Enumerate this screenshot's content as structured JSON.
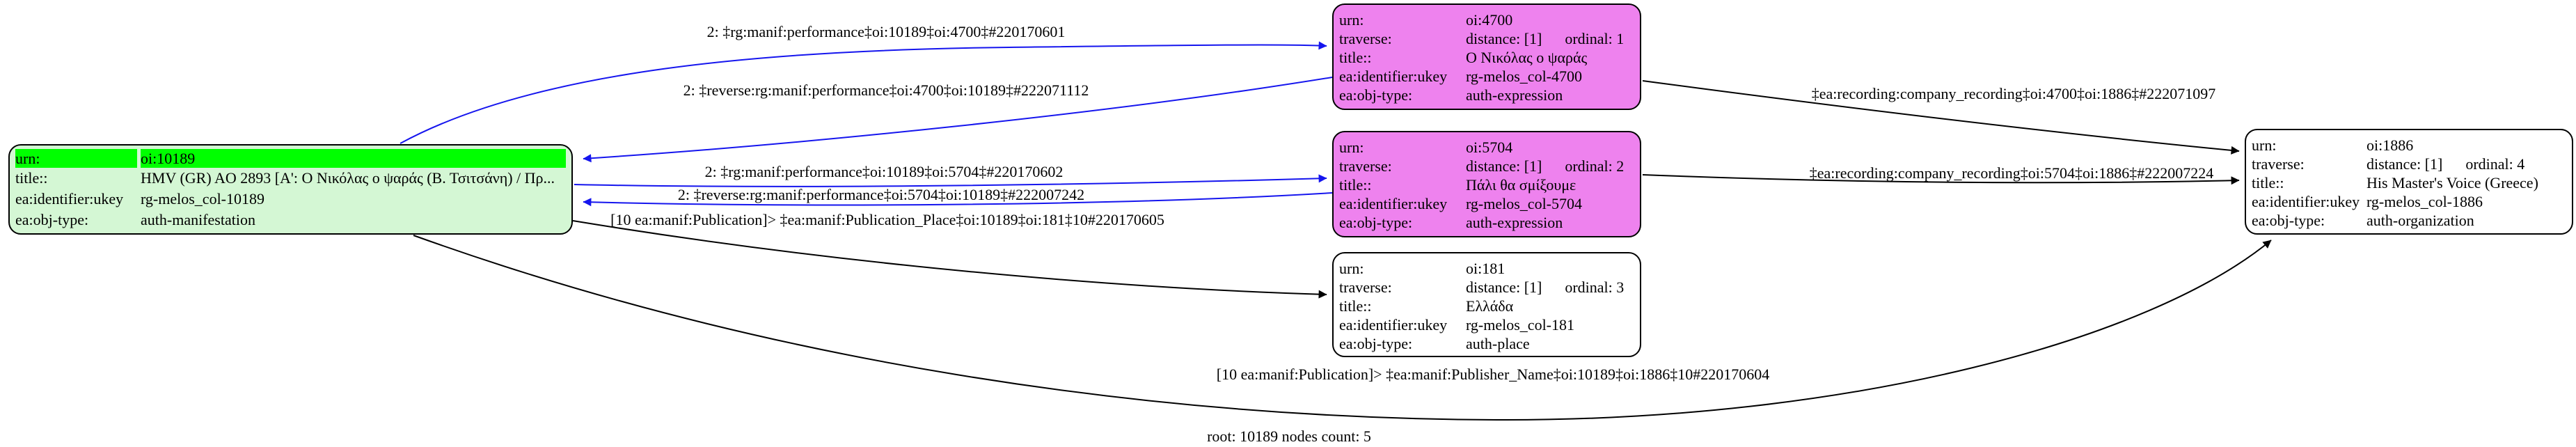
{
  "diagram": {
    "type": "graph-visualization",
    "root_caption": "root: 10189 nodes count: 5",
    "colors": {
      "background": "#ffffff",
      "edge_blue": "#1515ee",
      "edge_black": "#000000",
      "node_border": "#000000",
      "root_node_fill": "#d4f7d4",
      "root_urn_highlight": "#00ff00",
      "expression_node_fill": "#ee82ee",
      "plain_node_fill": "#ffffff"
    },
    "nodes": [
      {
        "id": "oi:10189",
        "kind": "root-manifestation",
        "rows": [
          {
            "label": "urn:",
            "value": "oi:10189"
          },
          {
            "label": "title::",
            "value": "HMV (GR) AO 2893 [Α': Ο Νικόλας ο ψαράς (Β. Τσιτσάνη) / Πρ..."
          },
          {
            "label": "ea:identifier:ukey",
            "value": "rg-melos_col-10189"
          },
          {
            "label": "ea:obj-type:",
            "value": "auth-manifestation"
          }
        ]
      },
      {
        "id": "oi:4700",
        "kind": "expression",
        "rows": [
          {
            "label": "urn:",
            "value": "oi:4700"
          },
          {
            "label": "traverse:",
            "value": "distance: [1]      ordinal: 1"
          },
          {
            "label": "title::",
            "value": "Ο Νικόλας ο ψαράς"
          },
          {
            "label": "ea:identifier:ukey",
            "value": "rg-melos_col-4700"
          },
          {
            "label": "ea:obj-type:",
            "value": "auth-expression"
          }
        ]
      },
      {
        "id": "oi:5704",
        "kind": "expression",
        "rows": [
          {
            "label": "urn:",
            "value": "oi:5704"
          },
          {
            "label": "traverse:",
            "value": "distance: [1]      ordinal: 2"
          },
          {
            "label": "title::",
            "value": "Πάλι θα σμίξουμε"
          },
          {
            "label": "ea:identifier:ukey",
            "value": "rg-melos_col-5704"
          },
          {
            "label": "ea:obj-type:",
            "value": "auth-expression"
          }
        ]
      },
      {
        "id": "oi:181",
        "kind": "place",
        "rows": [
          {
            "label": "urn:",
            "value": "oi:181"
          },
          {
            "label": "traverse:",
            "value": "distance: [1]      ordinal: 3"
          },
          {
            "label": "title::",
            "value": "Ελλάδα"
          },
          {
            "label": "ea:identifier:ukey",
            "value": "rg-melos_col-181"
          },
          {
            "label": "ea:obj-type:",
            "value": "auth-place"
          }
        ]
      },
      {
        "id": "oi:1886",
        "kind": "organization",
        "rows": [
          {
            "label": "urn:",
            "value": "oi:1886"
          },
          {
            "label": "traverse:",
            "value": "distance: [1]      ordinal: 4"
          },
          {
            "label": "title::",
            "value": "His Master's Voice (Greece)"
          },
          {
            "label": "ea:identifier:ukey",
            "value": "rg-melos_col-1886"
          },
          {
            "label": "ea:obj-type:",
            "value": "auth-organization"
          }
        ]
      }
    ],
    "edges": [
      {
        "from": "oi:10189",
        "to": "oi:4700",
        "color": "blue",
        "label": "2: ‡rg:manif:performance‡oi:10189‡oi:4700‡#220170601"
      },
      {
        "from": "oi:4700",
        "to": "oi:10189",
        "color": "blue",
        "label": "2: ‡reverse:rg:manif:performance‡oi:4700‡oi:10189‡#222071112"
      },
      {
        "from": "oi:10189",
        "to": "oi:5704",
        "color": "blue",
        "label": "2: ‡rg:manif:performance‡oi:10189‡oi:5704‡#220170602"
      },
      {
        "from": "oi:5704",
        "to": "oi:10189",
        "color": "blue",
        "label": "2: ‡reverse:rg:manif:performance‡oi:5704‡oi:10189‡#222007242"
      },
      {
        "from": "oi:10189",
        "to": "oi:181",
        "color": "black",
        "label": "[10 ea:manif:Publication]> ‡ea:manif:Publication_Place‡oi:10189‡oi:181‡10#220170605"
      },
      {
        "from": "oi:4700",
        "to": "oi:1886",
        "color": "black",
        "label": "‡ea:recording:company_recording‡oi:4700‡oi:1886‡#222071097"
      },
      {
        "from": "oi:5704",
        "to": "oi:1886",
        "color": "black",
        "label": "‡ea:recording:company_recording‡oi:5704‡oi:1886‡#222007224"
      },
      {
        "from": "oi:10189",
        "to": "oi:1886",
        "color": "black",
        "label": "[10 ea:manif:Publication]> ‡ea:manif:Publisher_Name‡oi:10189‡oi:1886‡10#220170604"
      }
    ]
  }
}
